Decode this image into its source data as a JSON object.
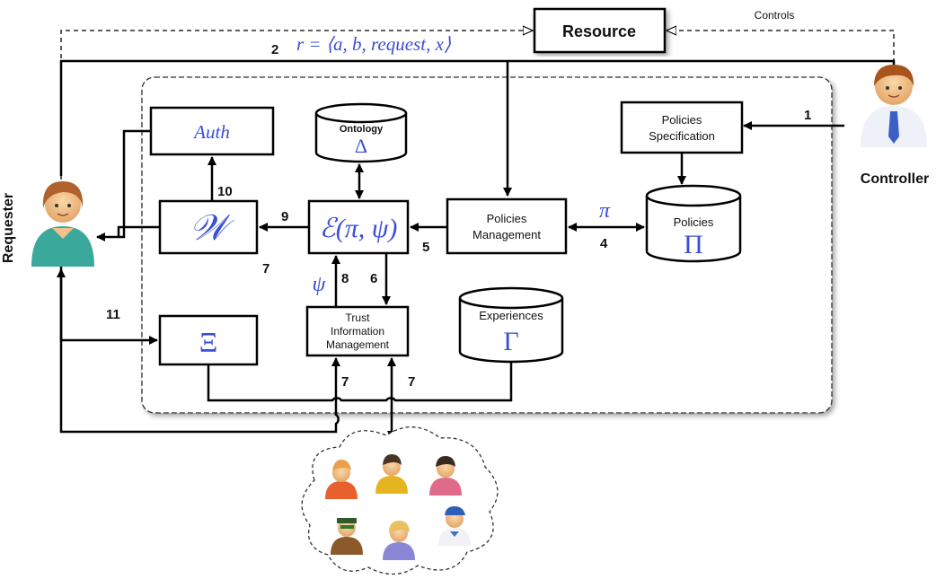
{
  "resource": "Resource",
  "controls": "Controls",
  "request": {
    "num": "2",
    "formula": "r = ⟨a, b, request, x⟩"
  },
  "controller": "Controller",
  "requester": "Requester",
  "auth": "Auth",
  "ontology": {
    "title": "Ontology",
    "symbol": "Δ"
  },
  "policies_spec": {
    "line1": "Policies",
    "line2": "Specification"
  },
  "policies_mgmt": {
    "line1": "Policies",
    "line2": "Management"
  },
  "policies_db": {
    "title": "Policies",
    "symbol": "Π"
  },
  "w_box": "𝒲",
  "eval_box": "ℰ(π, ψ)",
  "xi_box": "Ξ",
  "trust": {
    "line1": "Trust",
    "line2": "Information",
    "line3": "Management"
  },
  "experiences": {
    "title": "Experiences",
    "symbol": "Γ"
  },
  "pi_label": "π",
  "psi_label": "ψ",
  "numbers": {
    "n1": "1",
    "n4": "4",
    "n5": "5",
    "n6": "6",
    "n7a": "7",
    "n7b": "7",
    "n7c": "7",
    "n8": "8",
    "n9": "9",
    "n10": "10",
    "n11": "11"
  }
}
